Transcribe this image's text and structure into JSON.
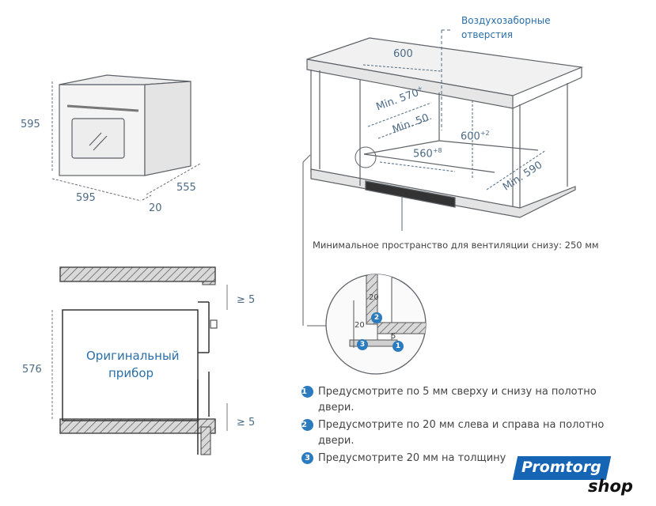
{
  "oven_view": {
    "height": "595",
    "width": "595",
    "depth": "555",
    "door_thickness": "20"
  },
  "cabinet_view": {
    "air_intake_label_1": "Воздухозаборные",
    "air_intake_label_2": "отверстия",
    "width_600": "600",
    "min_570": "Min. 570",
    "min_570_sup": "+",
    "min_50": "Min. 50",
    "height_600": "600",
    "height_600_sup": "+2",
    "width_560": "560",
    "width_560_sup": "+8",
    "min_590": "Min. 590",
    "ventilation_note": "Минимальное пространство для вентиляции снизу: 250 мм"
  },
  "section_view": {
    "appliance_label_1": "Оригинальный",
    "appliance_label_2": "прибор",
    "height_576": "576",
    "gap_top": "≥ 5",
    "gap_bottom": "≥ 5"
  },
  "detail_view": {
    "d20_top": "20",
    "d20_left": "20",
    "d5": "5",
    "marker_1": "1",
    "marker_2": "2",
    "marker_3": "3"
  },
  "notes": [
    {
      "num": "1",
      "line1": "Предусмотрите по 5 мм сверху и снизу на полотно",
      "line2": "двери."
    },
    {
      "num": "2",
      "line1": "Предусмотрите по 20 мм слева и справа на полотно",
      "line2": "двери."
    },
    {
      "num": "3",
      "line1": "Предусмотрите 20 мм на толщину",
      "line2": ""
    }
  ],
  "logo": {
    "brand": "Promtorg",
    "suffix": "shop"
  },
  "colors": {
    "line": "#6b7075",
    "dimension": "#4d6b85",
    "accent_blue": "#2b7bbf",
    "hatch": "#888888",
    "logo_blue": "#1565b4"
  }
}
